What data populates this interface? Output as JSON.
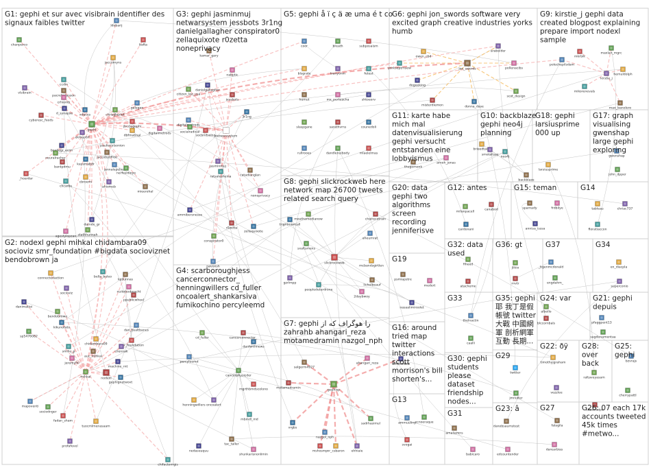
{
  "groups": [
    {
      "id": "G1",
      "title": [
        "G1: gephi et sur avec visibrain identifier des",
        "signaux faibles twitter"
      ],
      "nodes": [
        "ldebarij",
        "chanperco",
        "bafta",
        "jaccomyns",
        "vlsibrain",
        "ccdin",
        "pacreferlasson",
        "crhiomb",
        "d_synapse",
        "chrisgherlet",
        "cyberesc_feeds",
        "xdaces",
        "galegan",
        "gephi",
        "jbcclegephi",
        "dbfmatinal",
        "ekmuptrf",
        "pauliecolsonion",
        "jaccobyofree",
        "digitalmetrods",
        "bpellegr_econ",
        "neuralracher",
        "bantpdmu",
        "kaysmabdr",
        "jannalepchez",
        "nerfesidioye",
        "_hoardar",
        "cbroemi",
        "ahiomeb",
        "chcarbs",
        "mieerohal",
        "agestylopzan",
        "darnde_gr",
        "stathhunnah"
      ]
    },
    {
      "id": "G2",
      "title": [
        "G2: nodexl gephi mihkal chidambara09",
        "socioviz smr_foundation #bigdata socioviznet",
        "bendobrown ja"
      ],
      "nodes": [
        "connectedaction",
        "socioviz",
        "bella_buleo",
        "kpjlunnas",
        "nuitoteobeacht",
        "danimatioi",
        "bendobrown",
        "ppublicwheel",
        "kikunotato",
        "dan_bsaltbanus",
        "sp5476082",
        "smr_foundation",
        "chidambara09",
        "cliennak",
        "smilie_p",
        "auc_mihkal",
        "jeremylhi",
        "machine_rnt",
        "mihkal",
        "nodexl",
        "gephignetwovt",
        "mapoventi",
        "sociodnger",
        "fadan_sham",
        "tuocmlmenasaam",
        "profafevel",
        "chifactorngis"
      ]
    },
    {
      "id": "G3",
      "title": [
        "G3: gephi jasminmuj",
        "netwarsystem jessbots 3r1ng",
        "danielgallagher conspirator0",
        "zellaquixote r0zetta",
        "noneprivacy"
      ],
      "nodes": [
        "kamar_gary",
        "nabptic",
        "danielgallagher",
        "citizen_loo_usa",
        "jessbots",
        "3r1ng",
        "digitalmetrods",
        "socialradical",
        "socbridsolng",
        "netwarsystem",
        "jasminmuj",
        "ratsalesheina",
        "catadlanglan",
        "noneprivacy",
        "ammibersnesse",
        "conspirator0",
        "r0zetta",
        "zellaquixote",
        "navonsh"
      ]
    },
    {
      "id": "G4",
      "title": [
        "G4: scarboroughjess",
        "cancerconnector_",
        "henningwillers cd_fuller",
        "oncoalert_shankarsiva",
        "fumikochino percyleemd"
      ],
      "nodes": [
        "cd_fuller",
        "cancerconnector_",
        "danforthnews",
        "percyleemd",
        "cancerphysicder",
        "mgrthbmdscolono",
        "henningwillers",
        "oncoalert",
        "mbindl_md",
        "tac_taller",
        "shunkarisnonlimin",
        "nedaseuquu"
      ]
    },
    {
      "id": "G5",
      "title": [
        "G5: gephi å ï ç ä æ uma é t co"
      ],
      "nodes": [
        "coor",
        "breath",
        "subposaism",
        "blsgrate",
        "tranyonm",
        "fetest",
        "hemut",
        "mx_perteacha",
        "shtoeorv",
        "slaspgane",
        "sarathvrns",
        "counedoli",
        "rullrooes",
        "dandlenuibody",
        "mlaelelmas"
      ]
    },
    {
      "id": "G6",
      "title": [
        "G6: gephi jon_swords software very",
        "excited graph creative industries yorks",
        "humb"
      ],
      "nodes": [
        "owen_cbd",
        "arabelder",
        "yorkseptrnsew",
        "jon_swords",
        "pollenacibs",
        "dogeeking",
        "scot_design",
        "misterdiemon",
        "donna_dase"
      ]
    },
    {
      "id": "G7",
      "title": [
        "G7: gephi ﺭﺍ ﻫﻮﮔﺮﺍﻑ ﮐﻪ ﺍﺯ",
        "zahrahb ahangari_reza",
        "motamedramin nazgol_nph"
      ],
      "nodes": [
        "salgerm4927",
        "ahangari_reza",
        "bertlacabiz",
        "gephisp",
        "motamedramin",
        "vrgbs",
        "nazgol_nph",
        "sadrhasimul",
        "mshosmp",
        "nr_csbaron",
        "ehhiaie"
      ]
    },
    {
      "id": "G8",
      "title": [
        "G8: gephi slickrockweb here",
        "network map 26700 tweets",
        "related search query"
      ],
      "nodes": [
        "mouthamedianow",
        "cheirecetrain",
        "trigntmoncall",
        "aheumrat",
        "sxaltsmens",
        "slickrockweb",
        "mcbandsgirtlen",
        "gzrlmpp",
        "peopledeterdrone",
        "lichelbeauf",
        "2daybwoy"
      ]
    },
    {
      "id": "G9",
      "title": [
        "G9: kirstie_j gephi data",
        "created blogpost explaining",
        "prepare import nodexl",
        "sample"
      ],
      "nodes": [
        "polechepilsdam",
        "maxlan_mgrc",
        "mkrbik",
        "hemuldolph",
        "kirstie_j",
        "mikorenevals",
        "max_banolero"
      ]
    },
    {
      "id": "G10",
      "title": [
        "G10: backblaze",
        "gephi neo4j",
        "planning"
      ],
      "nodes": [
        "brieedtach",
        "smotaltaaj",
        "neo4j",
        "backblaze"
      ]
    },
    {
      "id": "G11",
      "title": [
        "G11: karte habe",
        "mich mal",
        "datenvisualisierung",
        "gephi versucht",
        "entstanden eine",
        "lobbyismus"
      ],
      "nodes": [
        "thugomonk",
        "arnoh_jonas"
      ]
    },
    {
      "id": "G12",
      "title": [
        "G12: antes"
      ],
      "nodes": [
        "milanpacell",
        "canabod",
        "cardonani"
      ]
    },
    {
      "id": "G13",
      "title": [
        "G13"
      ],
      "nodes": [
        "ammuuliny",
        "ecnoeraque",
        "svogai"
      ]
    },
    {
      "id": "G14",
      "title": [
        "G14"
      ],
      "nodes": [
        "tableau",
        "chriac737",
        "floratiaccon"
      ]
    },
    {
      "id": "G15",
      "title": [
        "G15: teman"
      ],
      "nodes": [
        "sparnady",
        "frdbilye",
        "annisa_isssa"
      ]
    },
    {
      "id": "G16",
      "title": [
        "G16: around",
        "tried map",
        "twitter",
        "interactions",
        "scott",
        "morrison's bill",
        "shorten's..."
      ],
      "nodes": []
    },
    {
      "id": "G17",
      "title": [
        "G17: graph",
        "visualising",
        "gwenshap",
        "large gephi",
        "exploring"
      ],
      "nodes": [
        "gwenshap",
        "john_dpper"
      ]
    },
    {
      "id": "G18",
      "title": [
        "G18: gephi",
        "larsiusprime",
        "000 up"
      ],
      "nodes": [
        "larsiusprime"
      ]
    },
    {
      "id": "G19",
      "title": [
        "G19"
      ],
      "nodes": [
        "psmiapstre",
        "medert",
        "nasaalimiroolet"
      ]
    },
    {
      "id": "G20",
      "title": [
        "G20: data",
        "gephi two",
        "algorithms",
        "screen",
        "recording",
        "jenniferisve"
      ],
      "nodes": []
    },
    {
      "id": "G21",
      "title": [
        "G21: gephi",
        "depuis"
      ],
      "nodes": [
        "pfaggpent13",
        "sagdenamentaa"
      ]
    },
    {
      "id": "G22",
      "title": [
        "G22: ðÿ"
      ],
      "nodes": [
        "timothyjgraham",
        "vezzlee"
      ]
    },
    {
      "id": "G23",
      "title": [
        "G23: â"
      ],
      "nodes": [
        "danobsaumstest",
        "edcountender"
      ]
    },
    {
      "id": "G24",
      "title": [
        "G24: var"
      ],
      "nodes": [
        "albollo",
        "blccornbals"
      ]
    },
    {
      "id": "G25",
      "title": [
        "G25:",
        "gephi"
      ],
      "nodes": [
        "bzvrajs",
        "cherrypattl"
      ]
    },
    {
      "id": "G26",
      "title": [
        "G26: 07 each 17k",
        "accounts tweeted",
        "45k times",
        "#metwo..."
      ],
      "nodes": []
    },
    {
      "id": "G27",
      "title": [
        "G27"
      ],
      "nodes": [
        "falagila",
        "darearbias"
      ]
    },
    {
      "id": "G28",
      "title": [
        "G28:",
        "over",
        "back"
      ],
      "nodes": [
        "raltaveyasam",
        "chooritsipe"
      ]
    },
    {
      "id": "G29",
      "title": [
        "G29"
      ],
      "nodes": [
        "twitter",
        "jmnulter"
      ]
    },
    {
      "id": "G30",
      "title": [
        "G30: gephi",
        "students",
        "please",
        "dataset",
        "friendship",
        "nodes..."
      ],
      "nodes": []
    },
    {
      "id": "G31",
      "title": [
        "G31"
      ],
      "nodes": [
        "amaliamns",
        "babicaro"
      ]
    },
    {
      "id": "G32",
      "title": [
        "G32: data",
        "used"
      ],
      "nodes": [
        "fiheed",
        "atacheme"
      ]
    },
    {
      "id": "G33",
      "title": [
        "G33"
      ],
      "nodes": [
        "thelnactin",
        "caalli"
      ]
    },
    {
      "id": "G34",
      "title": [
        "G34"
      ],
      "nodes": [
        "en_diacpla",
        "superconio"
      ]
    },
    {
      "id": "G35",
      "title": [
        "G35: gephi",
        "耶 我丁是假",
        "帳號 twitter",
        "大戰 中國網",
        "軍 剖析網軍",
        "互動 長期..."
      ],
      "nodes": []
    },
    {
      "id": "G36",
      "title": [
        "G36: gt"
      ],
      "nodes": [
        "jlikio",
        "rnvtr"
      ]
    },
    {
      "id": "G37",
      "title": [
        "G37"
      ],
      "nodes": [
        "_bgenmcdonald",
        "engdahm_"
      ]
    }
  ]
}
